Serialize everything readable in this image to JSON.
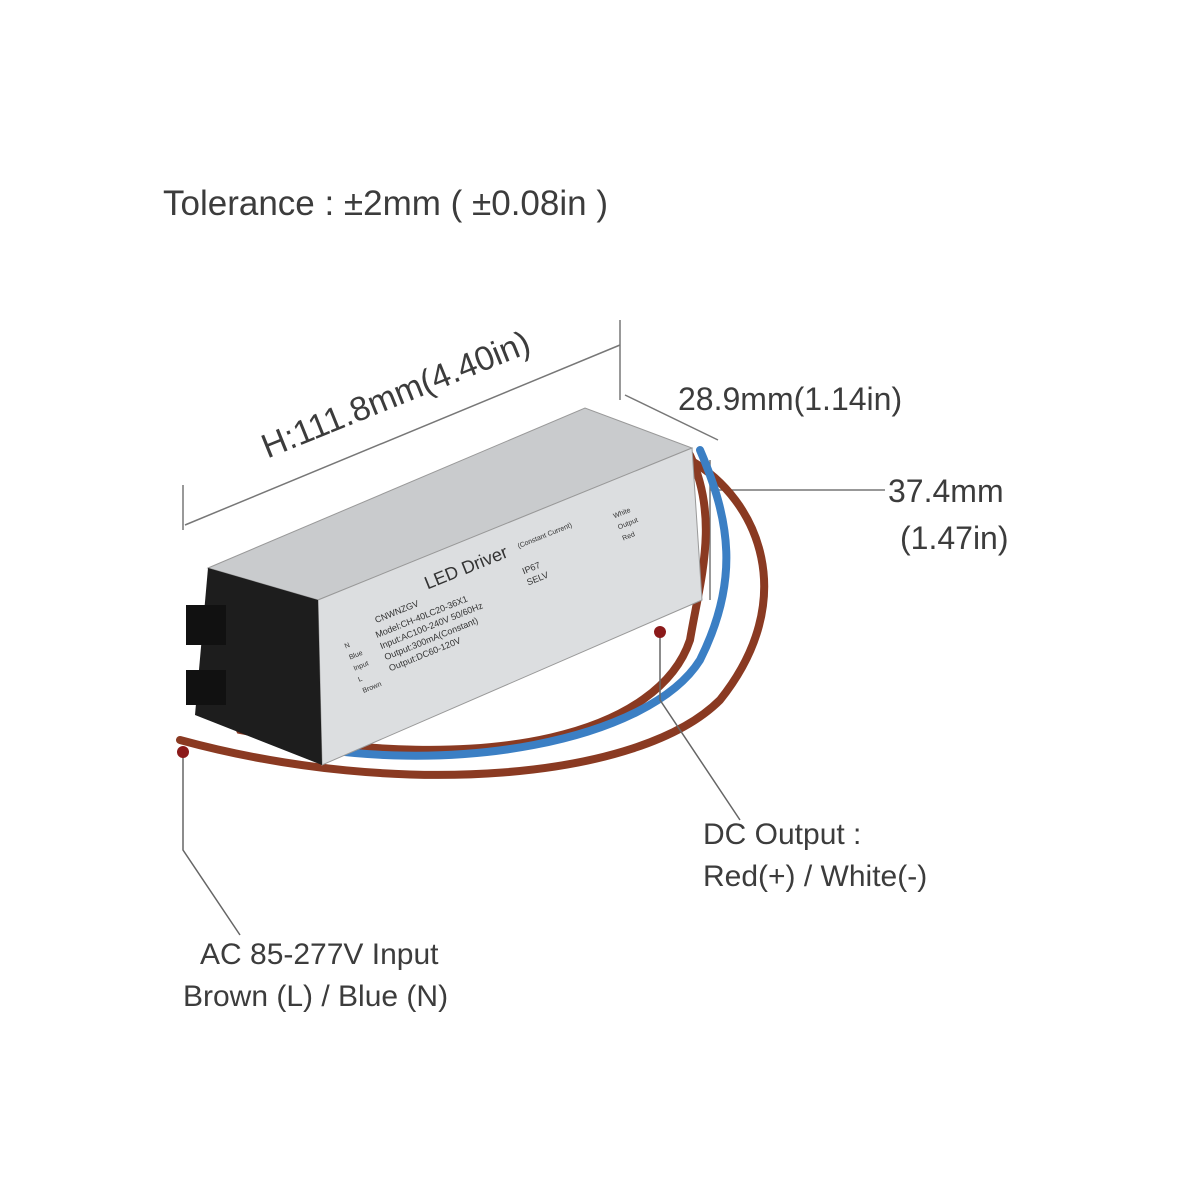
{
  "tolerance": "Tolerance : ±2mm ( ±0.08in )",
  "dimensions": {
    "length": "H:111.8mm(4.40in)",
    "width": "28.9mm(1.14in)",
    "height_mm": "37.4mm",
    "height_in": "(1.47in)"
  },
  "callouts": {
    "dc_line1": "DC Output :",
    "dc_line2": "Red(+) / White(-)",
    "ac_line1": "AC 85-277V Input",
    "ac_line2": "Brown (L) / Blue (N)"
  },
  "label": {
    "brand": "CNWNZGV",
    "title": "LED Driver",
    "subtitle": "(Constant Current)",
    "model": "Model:CH-40LC20-36X1",
    "input": "Input:AC100-240V 50/60Hz",
    "output_current": "Output:300mA(Constant)",
    "output_voltage": "Output:DC60-120V",
    "ip": "IP67",
    "selv": "SELV",
    "left_tags": [
      "N",
      "Blue",
      "Input",
      "L",
      "Brown"
    ],
    "right_tags": [
      "White",
      "Output",
      "Red"
    ]
  },
  "colors": {
    "red_wire": "#8a3a22",
    "blue_wire": "#3b7fc4",
    "dot": "#8b1a1a"
  }
}
